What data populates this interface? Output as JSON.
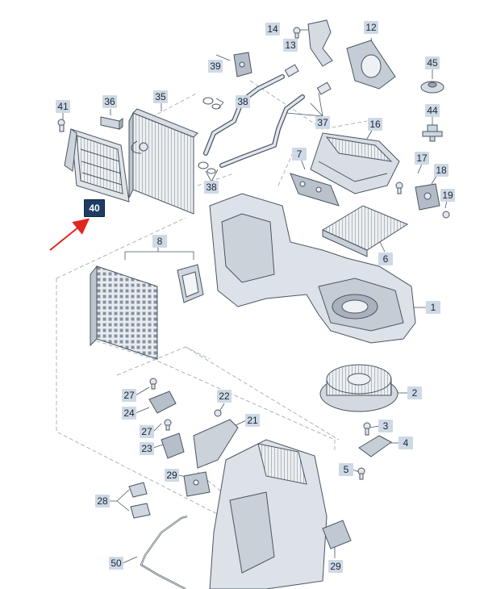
{
  "diagram": {
    "callouts": [
      "1",
      "2",
      "3",
      "4",
      "5",
      "6",
      "7",
      "8",
      "12",
      "13",
      "14",
      "16",
      "17",
      "18",
      "19",
      "21",
      "22",
      "23",
      "24",
      "27",
      "27",
      "28",
      "29",
      "29",
      "35",
      "36",
      "37",
      "38",
      "38",
      "39",
      "40",
      "41",
      "44",
      "45",
      "50"
    ],
    "highlighted": "40",
    "colors": {
      "part_fill": "#e3e7ec",
      "part_stroke": "#4a5563",
      "callout_bg": "#cfd9e6",
      "highlight_bg": "#1f3d63",
      "arrow": "#e0261f"
    }
  }
}
